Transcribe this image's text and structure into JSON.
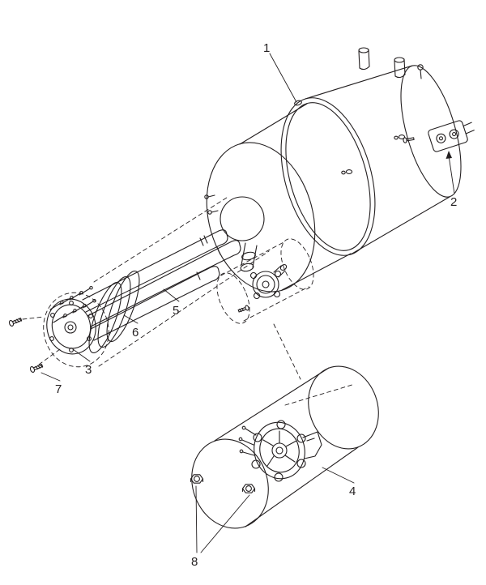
{
  "figure": {
    "background_color": "#ffffff",
    "line_color": "#231f20",
    "description_type": "exploded-parts-diagram",
    "callouts": [
      {
        "label": "1"
      },
      {
        "label": "2"
      },
      {
        "label": "3"
      },
      {
        "label": "4"
      },
      {
        "label": "5"
      },
      {
        "label": "6"
      },
      {
        "label": "7"
      },
      {
        "label": "8"
      }
    ]
  }
}
